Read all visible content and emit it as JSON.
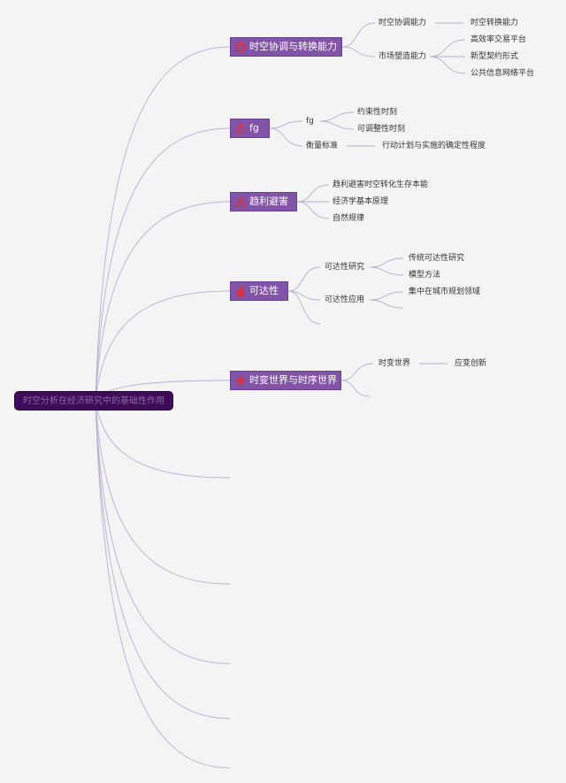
{
  "root": {
    "label": "时空分析在经济研究中的基础性作用"
  },
  "branches": [
    {
      "label": "时空协调与转换能力",
      "icon": "circle-ring-icon",
      "children": [
        {
          "label": "时空协调能力",
          "children": [
            {
              "label": "时空转换能力"
            }
          ]
        },
        {
          "label": "市场塑造能力",
          "children": [
            {
              "label": "高效率交易平台"
            },
            {
              "label": "新型契约形式"
            },
            {
              "label": "公共信息网络平台"
            }
          ]
        }
      ]
    },
    {
      "label": "fg",
      "icon": "flame-outline-icon",
      "children": [
        {
          "label": "fg",
          "children": [
            {
              "label": "约束性时刻"
            },
            {
              "label": "可调整性时刻"
            }
          ]
        },
        {
          "label": "衡量标准",
          "children": [
            {
              "label": "行动计划与实施的确定性程度"
            }
          ]
        }
      ]
    },
    {
      "label": "趋利避害",
      "icon": "warning-triangle-icon",
      "children": [
        {
          "label": "趋利避害时空转化生存本能"
        },
        {
          "label": "经济学基本原理"
        },
        {
          "label": "自然规律"
        }
      ]
    },
    {
      "label": "可达性",
      "icon": "flame-filled-icon",
      "children": [
        {
          "label": "可达性研究",
          "children": [
            {
              "label": "传统可达性研究"
            },
            {
              "label": "模型方法"
            }
          ]
        },
        {
          "label": "可达性应用",
          "children": [
            {
              "label": "集中在城市规划领域"
            }
          ]
        }
      ]
    },
    {
      "label": "时变世界与时序世界",
      "icon": "star-icon",
      "children": [
        {
          "label": "时变世界",
          "children": [
            {
              "label": "应变创新"
            }
          ]
        }
      ]
    }
  ],
  "colors": {
    "branch_fill": "#8254a8",
    "root_fill": "#3f0b59",
    "edge": "#b8aed0",
    "icon_accent": "#d9323a"
  }
}
